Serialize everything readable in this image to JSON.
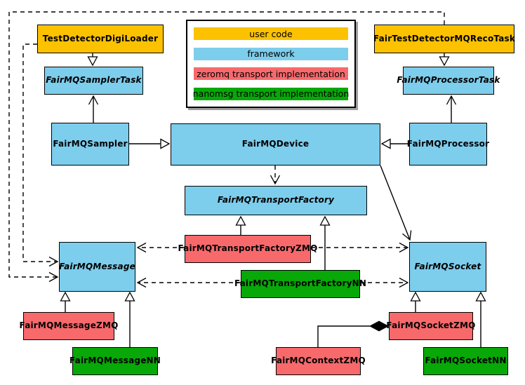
{
  "legend": {
    "items": [
      {
        "label": "user code",
        "color": "#fcc200",
        "category": "user-code"
      },
      {
        "label": "framework",
        "color": "#7dcdec",
        "category": "framework"
      },
      {
        "label": "zeromq transport implementation",
        "color": "#f8696c",
        "category": "zeromq"
      },
      {
        "label": "nanomsg transport implementation",
        "color": "#07a807",
        "category": "nanomsg"
      }
    ]
  },
  "nodes": {
    "testDetectorDigiLoader": {
      "label": "TestDetectorDigiLoader",
      "category": "user-code",
      "abstract": false
    },
    "fairTestDetectorMQRecoTask": {
      "label": "FairTestDetectorMQRecoTask",
      "category": "user-code",
      "abstract": false
    },
    "fairMQSamplerTask": {
      "label": "FairMQSamplerTask",
      "category": "framework",
      "abstract": true
    },
    "fairMQProcessorTask": {
      "label": "FairMQProcessorTask",
      "category": "framework",
      "abstract": true
    },
    "fairMQSampler": {
      "label": "FairMQSampler",
      "category": "framework",
      "abstract": false
    },
    "fairMQProcessor": {
      "label": "FairMQProcessor",
      "category": "framework",
      "abstract": false
    },
    "fairMQDevice": {
      "label": "FairMQDevice",
      "category": "framework",
      "abstract": false
    },
    "fairMQTransportFactory": {
      "label": "FairMQTransportFactory",
      "category": "framework",
      "abstract": true
    },
    "fairMQMessage": {
      "label": "FairMQMessage",
      "category": "framework",
      "abstract": true
    },
    "fairMQSocket": {
      "label": "FairMQSocket",
      "category": "framework",
      "abstract": true
    },
    "fairMQTransportFactoryZMQ": {
      "label": "FairMQTransportFactoryZMQ",
      "category": "zeromq",
      "abstract": false
    },
    "fairMQTransportFactoryNN": {
      "label": "FairMQTransportFactoryNN",
      "category": "nanomsg",
      "abstract": false
    },
    "fairMQMessageZMQ": {
      "label": "FairMQMessageZMQ",
      "category": "zeromq",
      "abstract": false
    },
    "fairMQMessageNN": {
      "label": "FairMQMessageNN",
      "category": "nanomsg",
      "abstract": false
    },
    "fairMQSocketZMQ": {
      "label": "FairMQSocketZMQ",
      "category": "zeromq",
      "abstract": false
    },
    "fairMQSocketNN": {
      "label": "FairMQSocketNN",
      "category": "nanomsg",
      "abstract": false
    },
    "fairMQContextZMQ": {
      "label": "FairMQContextZMQ",
      "category": "zeromq",
      "abstract": false
    }
  },
  "relationships": [
    {
      "from": "TestDetectorDigiLoader",
      "to": "FairMQSamplerTask",
      "type": "inheritance"
    },
    {
      "from": "FairTestDetectorMQRecoTask",
      "to": "FairMQProcessorTask",
      "type": "inheritance"
    },
    {
      "from": "FairMQSampler",
      "to": "FairMQSamplerTask",
      "type": "association"
    },
    {
      "from": "FairMQProcessor",
      "to": "FairMQProcessorTask",
      "type": "association"
    },
    {
      "from": "FairMQSampler",
      "to": "FairMQDevice",
      "type": "inheritance"
    },
    {
      "from": "FairMQProcessor",
      "to": "FairMQDevice",
      "type": "inheritance"
    },
    {
      "from": "FairMQDevice",
      "to": "FairMQTransportFactory",
      "type": "dependency"
    },
    {
      "from": "FairMQDevice",
      "to": "FairMQSocket",
      "type": "association"
    },
    {
      "from": "FairMQTransportFactoryZMQ",
      "to": "FairMQTransportFactory",
      "type": "inheritance"
    },
    {
      "from": "FairMQTransportFactoryNN",
      "to": "FairMQTransportFactory",
      "type": "inheritance"
    },
    {
      "from": "FairMQTransportFactoryZMQ",
      "to": "FairMQMessage",
      "type": "dependency"
    },
    {
      "from": "FairMQTransportFactoryZMQ",
      "to": "FairMQSocket",
      "type": "dependency"
    },
    {
      "from": "FairMQTransportFactoryNN",
      "to": "FairMQMessage",
      "type": "dependency"
    },
    {
      "from": "FairMQTransportFactoryNN",
      "to": "FairMQSocket",
      "type": "dependency"
    },
    {
      "from": "TestDetectorDigiLoader",
      "to": "FairMQMessage",
      "type": "dependency"
    },
    {
      "from": "FairTestDetectorMQRecoTask",
      "to": "FairMQMessage",
      "type": "dependency"
    },
    {
      "from": "FairMQMessageZMQ",
      "to": "FairMQMessage",
      "type": "inheritance"
    },
    {
      "from": "FairMQMessageNN",
      "to": "FairMQMessage",
      "type": "inheritance"
    },
    {
      "from": "FairMQSocketZMQ",
      "to": "FairMQSocket",
      "type": "inheritance"
    },
    {
      "from": "FairMQSocketNN",
      "to": "FairMQSocket",
      "type": "inheritance"
    },
    {
      "from": "FairMQSocketZMQ",
      "to": "FairMQContextZMQ",
      "type": "composition"
    }
  ]
}
